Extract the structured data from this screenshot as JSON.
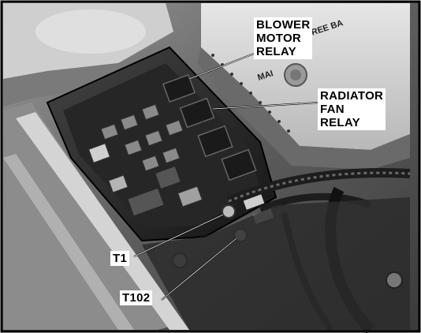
{
  "figure": {
    "callouts": {
      "blower_motor_relay": "BLOWER\nMOTOR\nRELAY",
      "radiator_fan_relay": "RADIATOR\nFAN\nRELAY",
      "t1": "T1",
      "t102": "T102"
    },
    "battery_label_fragment": "E FREE BA",
    "battery_label_fragment_2": "MAI",
    "colors": {
      "frame": "#000000",
      "background": "#ffffff",
      "fuse_box": "#2a2a2a",
      "relay": "#1a1a1a",
      "battery": "#d8d8d8"
    }
  }
}
